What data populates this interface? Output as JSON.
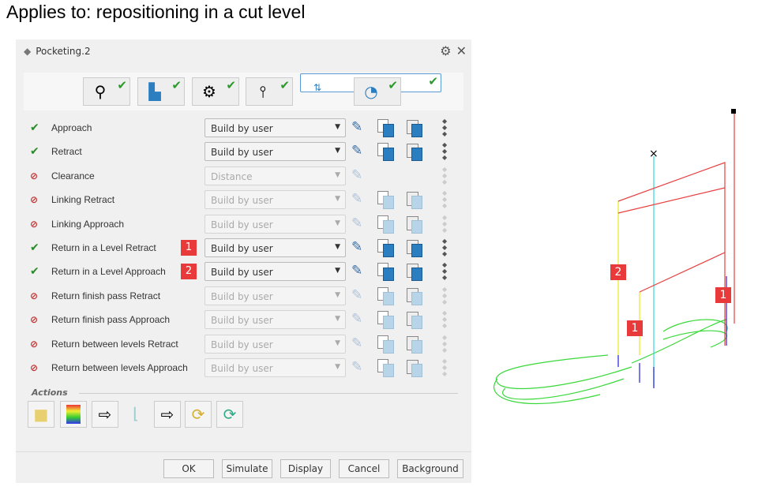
{
  "heading": "Applies to: repositioning in a cut level",
  "dialog": {
    "title": "Pocketing.2",
    "settings_icon": "gear-icon",
    "close_icon": "close-icon",
    "tabs": [
      {
        "name": "tool",
        "icon": "tool-icon"
      },
      {
        "name": "geometry",
        "icon": "part-geometry-icon"
      },
      {
        "name": "strategy",
        "icon": "strategy-icon"
      },
      {
        "name": "feeds-speeds",
        "icon": "feeds-icon"
      },
      {
        "name": "macros",
        "icon": "macros-icon",
        "selected": true
      },
      {
        "name": "speed",
        "icon": "speedometer-icon"
      }
    ],
    "rows": [
      {
        "status": "ok",
        "label": "Approach",
        "value": "Build by user",
        "enabled": true,
        "badge": ""
      },
      {
        "status": "ok",
        "label": "Retract",
        "value": "Build by user",
        "enabled": true,
        "badge": ""
      },
      {
        "status": "warn",
        "label": "Clearance",
        "value": "Distance",
        "enabled": false,
        "badge": ""
      },
      {
        "status": "warn",
        "label": "Linking Retract",
        "value": "Build by user",
        "enabled": false,
        "badge": ""
      },
      {
        "status": "warn",
        "label": "Linking Approach",
        "value": "Build by user",
        "enabled": false,
        "badge": ""
      },
      {
        "status": "ok",
        "label": "Return in a Level Retract",
        "value": "Build by user",
        "enabled": true,
        "badge": "1"
      },
      {
        "status": "ok",
        "label": "Return in a Level Approach",
        "value": "Build by user",
        "enabled": true,
        "badge": "2"
      },
      {
        "status": "warn",
        "label": "Return finish pass Retract",
        "value": "Build by user",
        "enabled": false,
        "badge": ""
      },
      {
        "status": "warn",
        "label": "Return finish pass Approach",
        "value": "Build by user",
        "enabled": false,
        "badge": ""
      },
      {
        "status": "warn",
        "label": "Return between levels Retract",
        "value": "Build by user",
        "enabled": false,
        "badge": ""
      },
      {
        "status": "warn",
        "label": "Return between levels Approach",
        "value": "Build by user",
        "enabled": false,
        "badge": ""
      }
    ],
    "actions_label": "Actions",
    "buttons": {
      "ok": "OK",
      "simulate": "Simulate",
      "display": "Display",
      "cancel": "Cancel",
      "background": "Background"
    }
  },
  "diagram": {
    "labels": [
      "2",
      "1",
      "1"
    ]
  },
  "colors": {
    "badge": "#e83a3a",
    "check": "#2a8a2a"
  }
}
